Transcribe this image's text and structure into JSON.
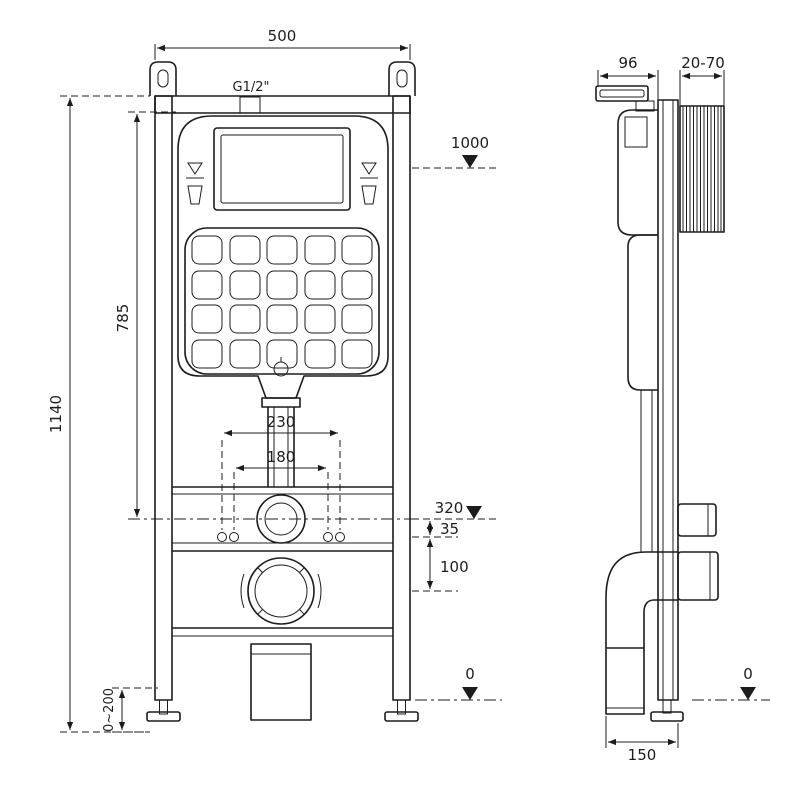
{
  "drawing": {
    "front": {
      "width_500": "500",
      "thread": "G1/2\"",
      "level_1000": "1000",
      "height_1140": "1140",
      "height_785": "785",
      "dim_230": "230",
      "dim_180": "180",
      "level_320": "320",
      "dim_35": "35",
      "dim_100": "100",
      "foot_range": "0~200",
      "level_0": "0"
    },
    "side": {
      "dim_96": "96",
      "dim_20_70": "20-70",
      "level_0": "0",
      "dim_150": "150"
    }
  }
}
